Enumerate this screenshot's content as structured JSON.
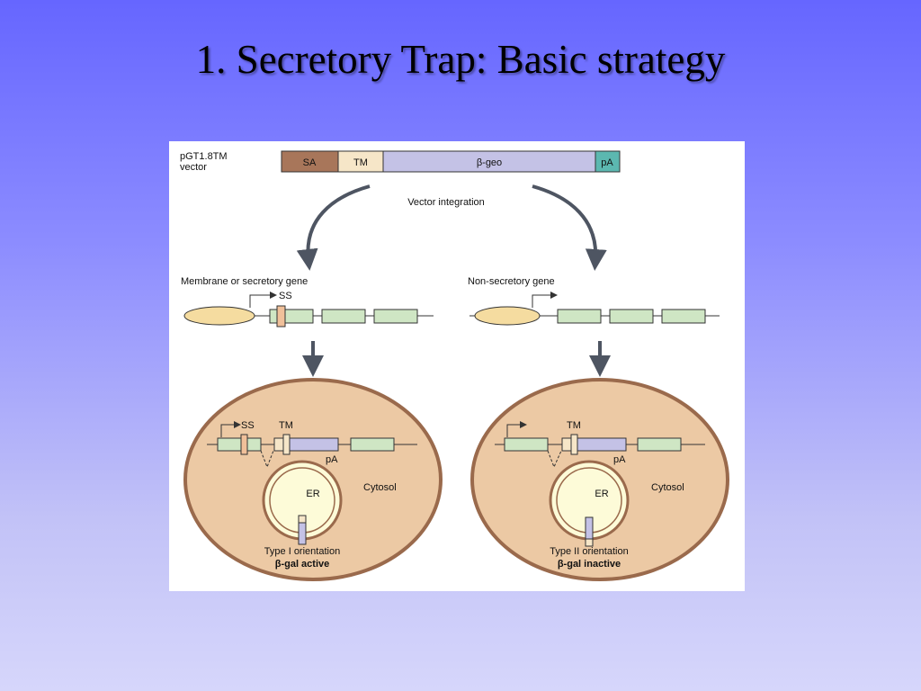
{
  "slide": {
    "title": "1. Secretory Trap: Basic strategy"
  },
  "vector": {
    "name_line1": "pGT1.8TM",
    "name_line2": "vector",
    "segments": [
      "SA",
      "TM",
      "β-geo",
      "pA"
    ]
  },
  "integration_label": "Vector integration",
  "left_gene": {
    "label": "Membrane or secretory gene",
    "signal_label": "SS"
  },
  "right_gene": {
    "label": "Non-secretory gene"
  },
  "left_cell": {
    "ss_label": "SS",
    "tm_label": "TM",
    "pa_label": "pA",
    "er_label": "ER",
    "cytosol_label": "Cytosol",
    "orientation_label": "Type I orientation",
    "result_label": "β-gal active"
  },
  "right_cell": {
    "tm_label": "TM",
    "pa_label": "pA",
    "er_label": "ER",
    "cytosol_label": "Cytosol",
    "orientation_label": "Type II orientation",
    "result_label": "β-gal inactive"
  },
  "colors": {
    "sa": "#a8765a",
    "tm": "#f6e6c8",
    "bgeo": "#c4c2e6",
    "pa": "#5cb8b0",
    "exon": "#cfe6c4",
    "promoter": "#f5dca0",
    "cell_fill": "#ecc9a4",
    "cell_border": "#9a6a4c",
    "er_fill": "#fdfbd8",
    "arrow": "#4e5562"
  }
}
